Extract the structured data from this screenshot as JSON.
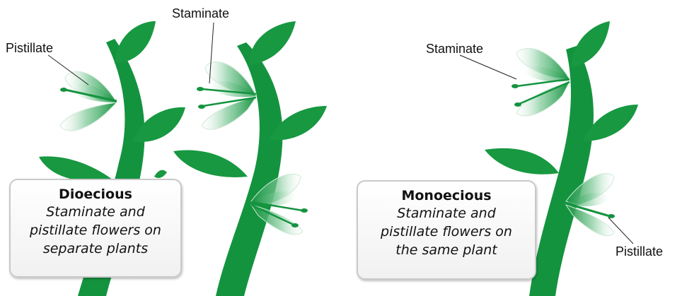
{
  "labels": {
    "pistillate_left": "Pistillate",
    "staminate_middle": "Staminate",
    "staminate_right": "Staminate",
    "pistillate_right": "Pistillate"
  },
  "dioecious": {
    "title": "Dioecious",
    "lines": [
      "Staminate and",
      "pistillate flowers on",
      "separate plants"
    ]
  },
  "monoecious": {
    "title": "Monoecious",
    "lines": [
      "Staminate and",
      "pistillate flowers on",
      "the same plant"
    ]
  },
  "colors": {
    "plant_green": "#14933f",
    "leaf_green": "#179841",
    "petal_white": "#ffffff",
    "text": "#111111"
  }
}
